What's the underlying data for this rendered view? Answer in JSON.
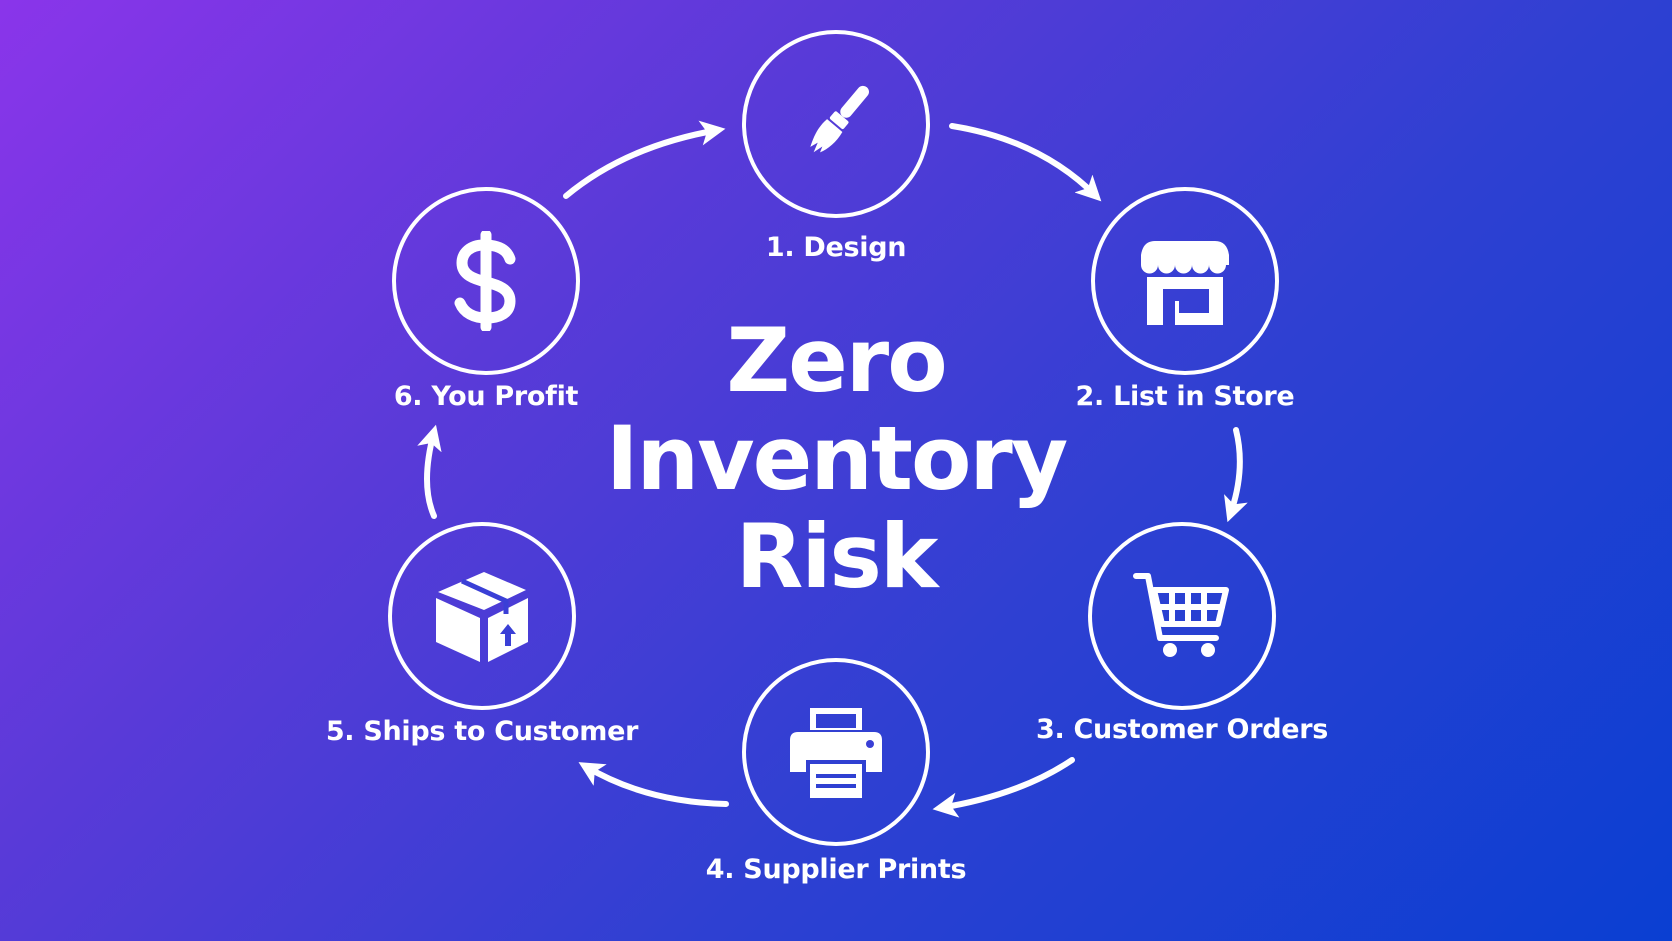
{
  "title_lines": [
    "Zero",
    "Inventory",
    "Risk"
  ],
  "steps": [
    {
      "label": "1. Design",
      "icon": "paintbrush-icon"
    },
    {
      "label": "2. List in Store",
      "icon": "storefront-icon"
    },
    {
      "label": "3. Customer Orders",
      "icon": "shopping-cart-icon"
    },
    {
      "label": "4. Supplier Prints",
      "icon": "printer-icon"
    },
    {
      "label": "5. Ships to Customer",
      "icon": "package-box-icon"
    },
    {
      "label": "6. You Profit",
      "icon": "dollar-sign-icon"
    }
  ],
  "colors": {
    "gradient_start": "#8a35ea",
    "gradient_end": "#0a3fd2",
    "foreground": "#ffffff"
  }
}
